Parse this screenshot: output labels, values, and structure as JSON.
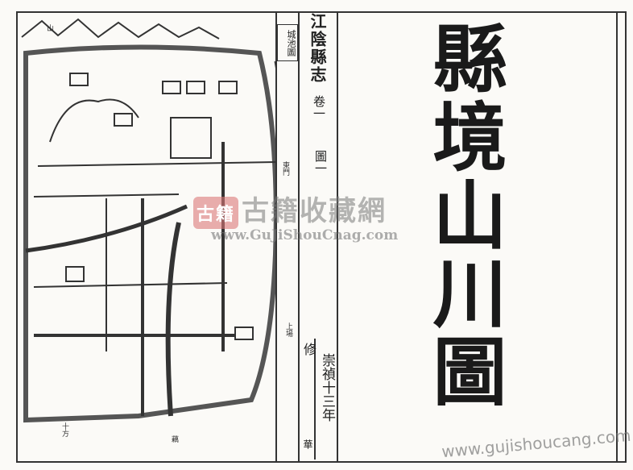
{
  "book": {
    "side_title": "江陰縣志",
    "volume": "卷一",
    "figure": "圖一",
    "era": "崇禎十三年",
    "revised": "修",
    "carver": "華"
  },
  "map": {
    "panel_label": "城池圖",
    "labels": [
      "山",
      "東門",
      "上場",
      "十方",
      "藕"
    ]
  },
  "title": "縣境山川圖",
  "watermarks": {
    "logo": "古籍收藏網",
    "url_center": "www.GuJiShouCnag.com",
    "url_corner": "www.gujishoucang.com"
  }
}
